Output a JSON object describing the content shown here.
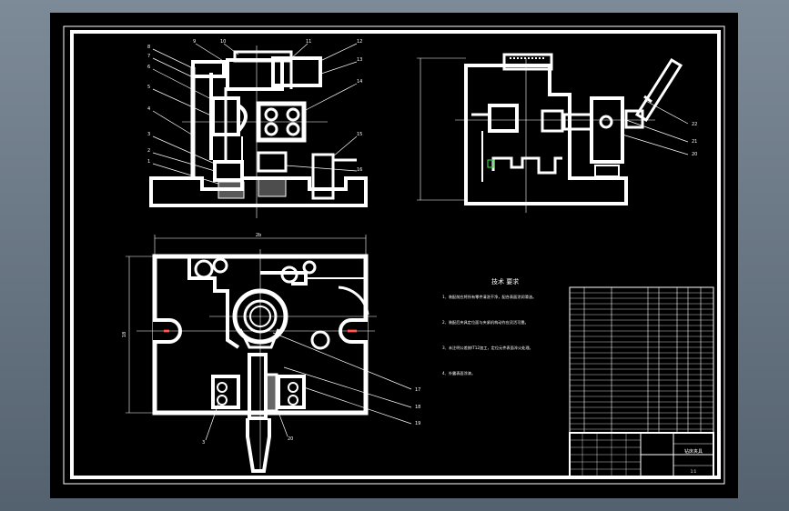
{
  "drawing": {
    "balloons_front": [
      "8",
      "7",
      "6",
      "5",
      "4",
      "3",
      "2",
      "1",
      "9",
      "10",
      "11",
      "12",
      "13",
      "14",
      "15",
      "16"
    ],
    "balloons_side": [
      "22",
      "21",
      "20"
    ],
    "balloons_plan": [
      "17",
      "18",
      "19",
      "3",
      "20"
    ],
    "dimension_plan_width": "2b",
    "dimension_plan_height": "18",
    "notes_title": "技术 要求",
    "notes_lines": [
      "1、装配前应将所有零件清洗干净，配合表面涂润滑油。",
      "2、装配后夹具定位面与夹紧机构动作应灵活可靠。",
      "3、未注明公差按IT12加工，定位元件表面淬火处理。",
      "4、外露表面涂漆。"
    ],
    "title_block_name": "钻床夹具",
    "title_block_scale": "1:1"
  },
  "colors": {
    "line": "#ffffff",
    "accent": "#ff2222",
    "marker": "#2ecc40"
  }
}
